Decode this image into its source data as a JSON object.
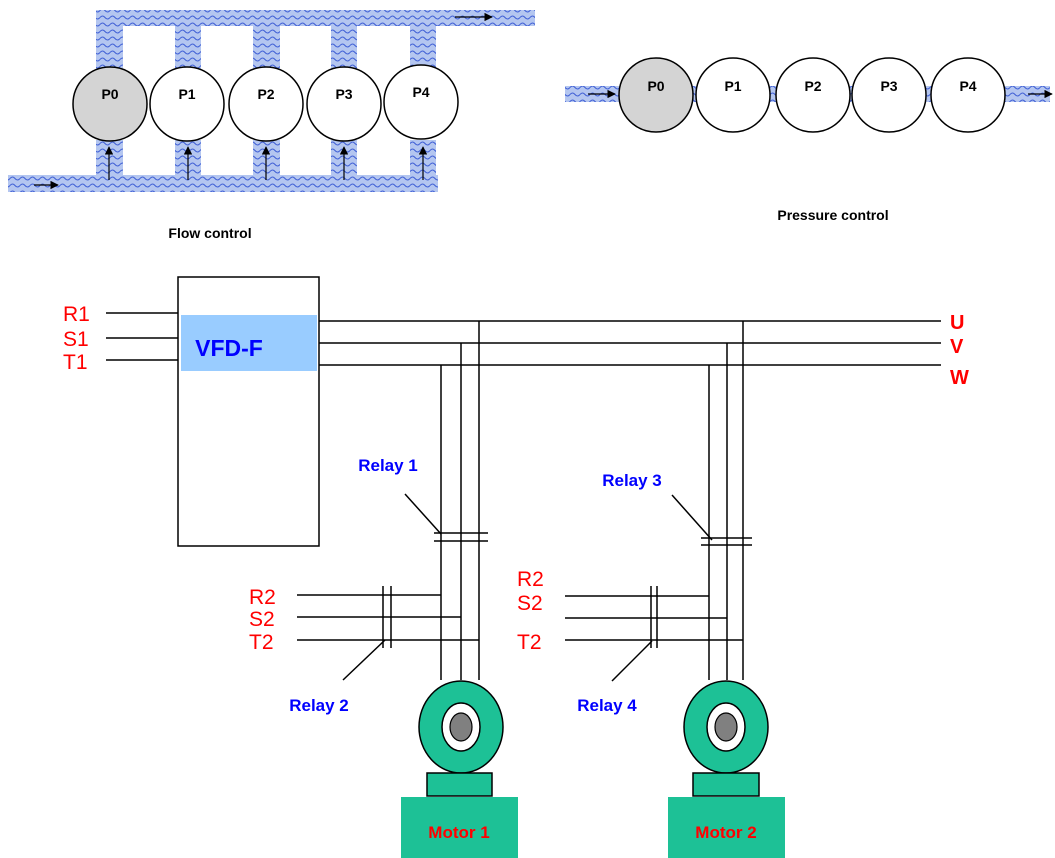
{
  "flow_control": {
    "pumps": [
      "P0",
      "P1",
      "P2",
      "P3",
      "P4"
    ],
    "caption": "Flow control"
  },
  "pressure_control": {
    "pumps": [
      "P0",
      "P1",
      "P2",
      "P3",
      "P4"
    ],
    "caption": "Pressure control"
  },
  "wiring": {
    "vfd_label": "VFD-F",
    "vfd_inputs": [
      "R1",
      "S1",
      "T1"
    ],
    "outputs": [
      "U",
      "V",
      "W"
    ],
    "mains_inputs": [
      "R2",
      "S2",
      "T2"
    ],
    "relays": {
      "relay1": "Relay 1",
      "relay2": "Relay 2",
      "relay3": "Relay 3",
      "relay4": "Relay 4"
    },
    "motors": [
      "Motor 1",
      "Motor 2"
    ]
  },
  "colors": {
    "pipe_fill": "#b4c6f0",
    "pipe_wave": "#3f5fd6",
    "pump_active": "#d4d4d4",
    "vfd_fill": "#99ccff",
    "motor_green": "#1dc196",
    "phase_label": "#ff0000",
    "relay_label": "#0000ff",
    "motor_label": "#ff0000"
  },
  "icons": [
    "flow-arrow-icon",
    "motor-icon"
  ]
}
